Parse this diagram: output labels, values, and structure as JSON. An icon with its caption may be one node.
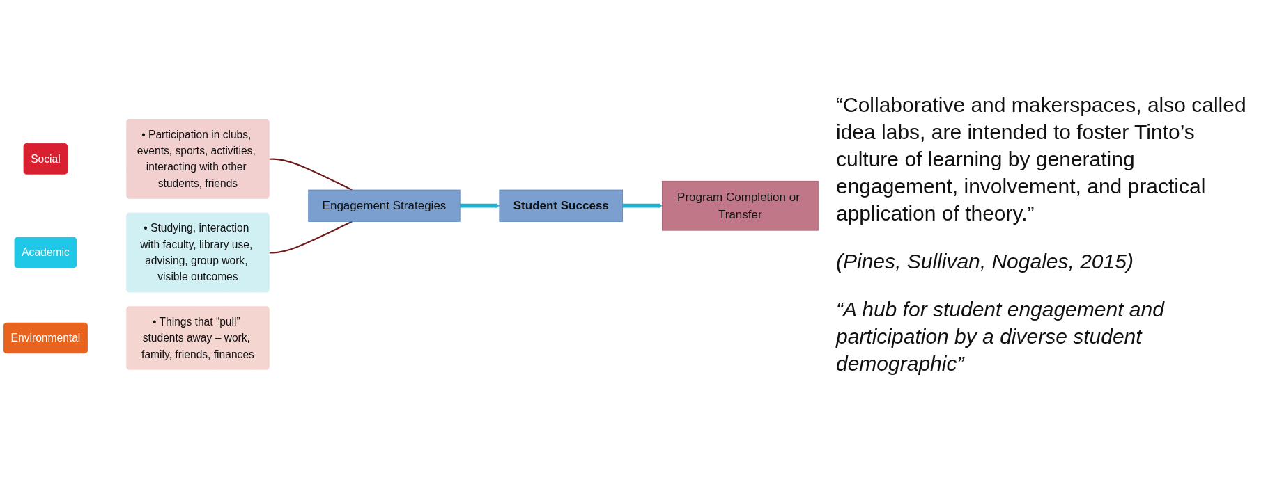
{
  "diagram": {
    "nodes": [
      {
        "text": [
          "Social"
        ]
      },
      {
        "text": [
          "• Participation in clubs, events, sports, activities, interacting with other students, friends"
        ]
      },
      {
        "text": [
          "Academic"
        ]
      },
      {
        "text": [
          "• Studying, interaction with faculty, library use, advising, group work, visible outcomes"
        ]
      },
      {
        "text": [
          "Environmental"
        ]
      },
      {
        "text": [
          "• Things that “pull” students away – work, family, friends, finances"
        ]
      },
      {
        "text": [
          "Engagement Strategies"
        ]
      },
      {
        "text": [
          "Student Success"
        ]
      },
      {
        "text": [
          "Program Completion or Transfer"
        ]
      }
    ],
    "edges": [
      {
        "from": 1,
        "to": 6,
        "arrow": "none",
        "color": "#6e1a1a"
      },
      {
        "from": 3,
        "to": 6,
        "arrow": "none",
        "color": "#6e1a1a"
      },
      {
        "from": 6,
        "to": 7,
        "arrow": "to",
        "style": "thick",
        "color": "#1fb0cf"
      },
      {
        "from": 7,
        "to": 8,
        "arrow": "to",
        "style": "thick",
        "color": "#1fb0cf"
      }
    ],
    "labels": [
      "“Collaborative and makerspaces, also called idea labs, are intended to foster Tinto’s culture of learning by generating engagement, involvement, and practical application of theory.”",
      "(Pines, Sullivan, Nogales, 2015)",
      "“A hub for student engagement and participation by a diverse student demographic”"
    ]
  }
}
